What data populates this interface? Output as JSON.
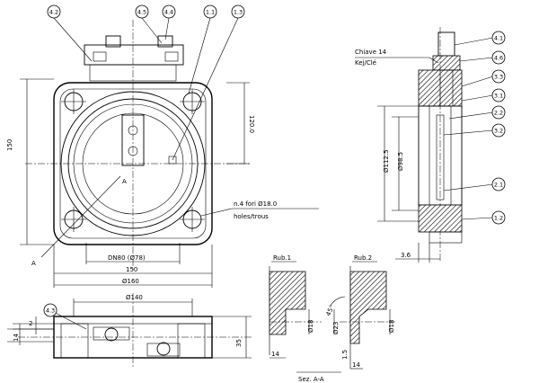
{
  "balloons": {
    "b42": "4.2",
    "b45": "4.5",
    "b44": "4.4",
    "b11": "1.1",
    "b13": "1.3",
    "b43": "4.3",
    "b41": "4.1",
    "b46": "4.6",
    "b33": "3.3",
    "b31": "3.1",
    "b22": "2.2",
    "b32": "3.2",
    "b21": "2.1",
    "b12": "1.2"
  },
  "front_view": {
    "dim_120": "120.0",
    "dim_150_vertical": "150",
    "dim_dn80": "DN80 (Ø78)",
    "dim_150_horizontal": "150",
    "dim_160": "Ø160",
    "holes_note_line1": "n.4 fori Ø18.0",
    "holes_note_line2": "holes/trous",
    "section_mark_a1": "A",
    "section_mark_a2": "A"
  },
  "side_section": {
    "wrench_line1": "Chiave 14",
    "wrench_line2": "Kej/Clé",
    "dim_112_5": "Ø112.5",
    "dim_98_5": "Ø98.5",
    "dim_3_6": "3.6"
  },
  "bottom_view": {
    "dim_140": "Ø140",
    "dim_2": "2",
    "dim_14": "14",
    "dim_35": "35"
  },
  "details": {
    "rub1_title": "Rub.1",
    "rub2_title": "Rub.2",
    "rub1_dia": "Ø18",
    "rub1_width": "14",
    "rub2_angle": "45°",
    "rub2_dia23": "Ø23",
    "rub2_dia18": "Ø18",
    "rub2_small": "1.5",
    "rub2_width": "14",
    "section_label": "Sez. A-A"
  }
}
